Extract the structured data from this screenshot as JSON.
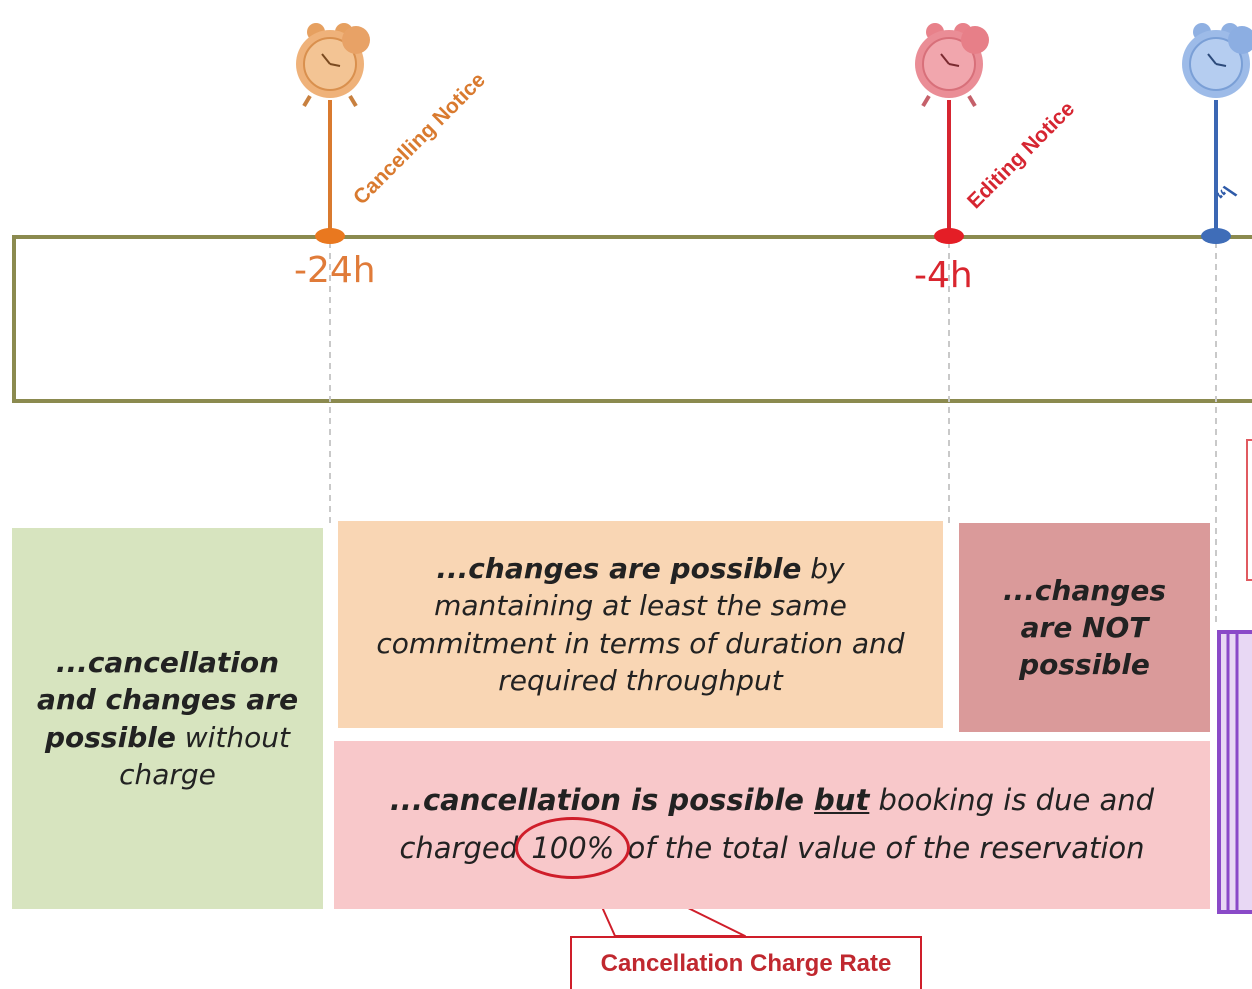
{
  "timeline": {
    "ticks": [
      {
        "label": "-24h",
        "color": "#e07b39"
      },
      {
        "label": "-4h",
        "color": "#d9252e"
      }
    ],
    "notices": [
      {
        "label": "Cancelling Notice",
        "color": "#d97a2f"
      },
      {
        "label": "Editing Notice",
        "color": "#d62531"
      },
      {
        "label": "“\\",
        "color": "#2e5aa8"
      }
    ]
  },
  "boxes": {
    "free": {
      "lead": "...cancellation and changes are possible",
      "rest": " without charge",
      "color": "#d7e4bf"
    },
    "changes": {
      "lead": "...changes are possible",
      "rest": " by mantaining at least the same commitment in terms of duration and required throughput",
      "color": "#f9d6b4"
    },
    "not_possible": {
      "lead": "...changes are NOT possible",
      "color": "#da9a9a"
    },
    "cancellation": {
      "lead": "...cancellation is possible ",
      "underline": "but",
      "mid": "  booking is due and charged ",
      "highlight": "100%",
      "rest": " of the total value of the reservation",
      "color": "#f8c8ca"
    }
  },
  "callout": {
    "label": "Cancellation Charge Rate",
    "color": "#c0282f"
  }
}
